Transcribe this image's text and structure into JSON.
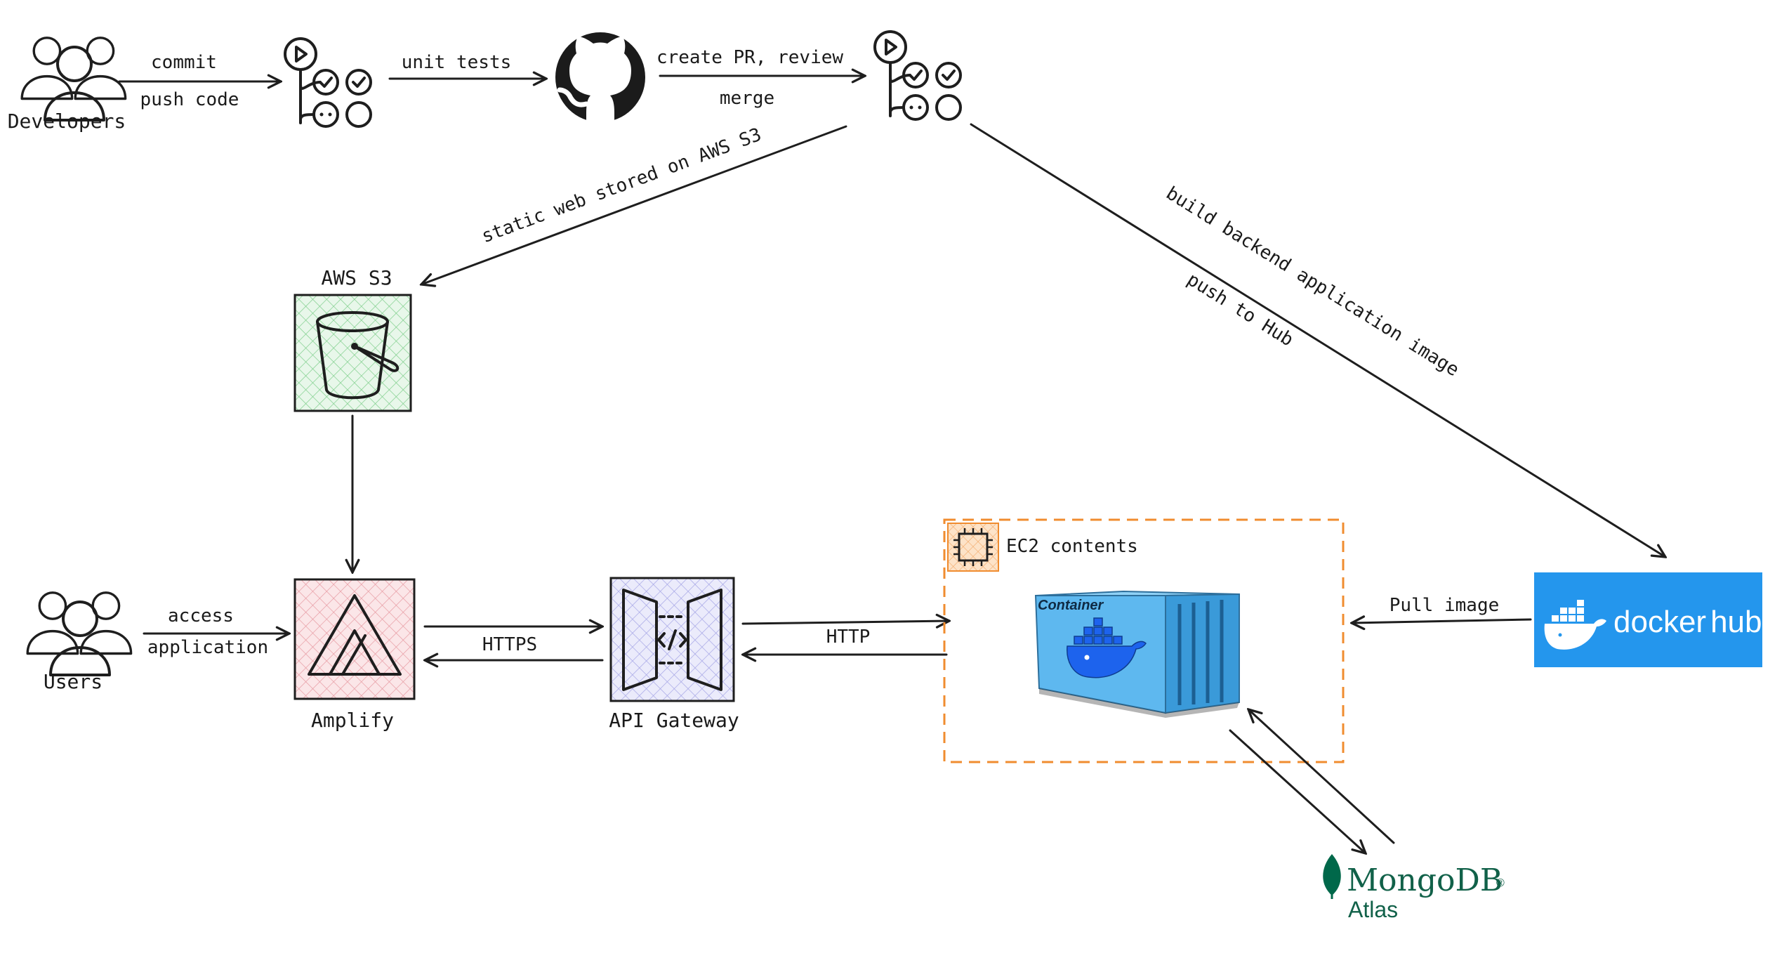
{
  "nodes": {
    "developers": {
      "label": "Developers"
    },
    "users": {
      "label": "Users"
    },
    "aws_s3": {
      "label": "AWS S3"
    },
    "amplify": {
      "label": "Amplify"
    },
    "api_gateway": {
      "label": "API Gateway"
    },
    "ec2": {
      "label": "EC2 contents",
      "container_label": "Container"
    },
    "docker_hub": {
      "label_docker": "docker",
      "label_hub": "hub"
    },
    "mongodb": {
      "label": "MongoDB",
      "sublabel": "Atlas"
    }
  },
  "edges": {
    "dev_to_actions": {
      "line1": "commit",
      "line2": "push code"
    },
    "actions_to_github": {
      "label": "unit tests"
    },
    "github_to_actions": {
      "line1": "create PR, review",
      "line2": "merge"
    },
    "actions_to_s3": {
      "label": "static web stored on AWS S3"
    },
    "actions_to_dockerhub": {
      "line1": "build backend application image",
      "line2": "push to Hub"
    },
    "users_to_amplify": {
      "line1": "access",
      "line2": "application"
    },
    "amplify_api": {
      "label": "HTTPS"
    },
    "api_ec2": {
      "label": "HTTP"
    },
    "dockerhub_to_ec2": {
      "label": "Pull image"
    }
  },
  "colors": {
    "s3_fill": "#d3f0d6",
    "amplify_fill": "#f8d7da",
    "apigw_fill": "#dcdcf7",
    "ec2_border": "#f08c2f",
    "docker_blue": "#2496ed",
    "mongo_green": "#116149",
    "mongo_leaf": "#00684a"
  }
}
